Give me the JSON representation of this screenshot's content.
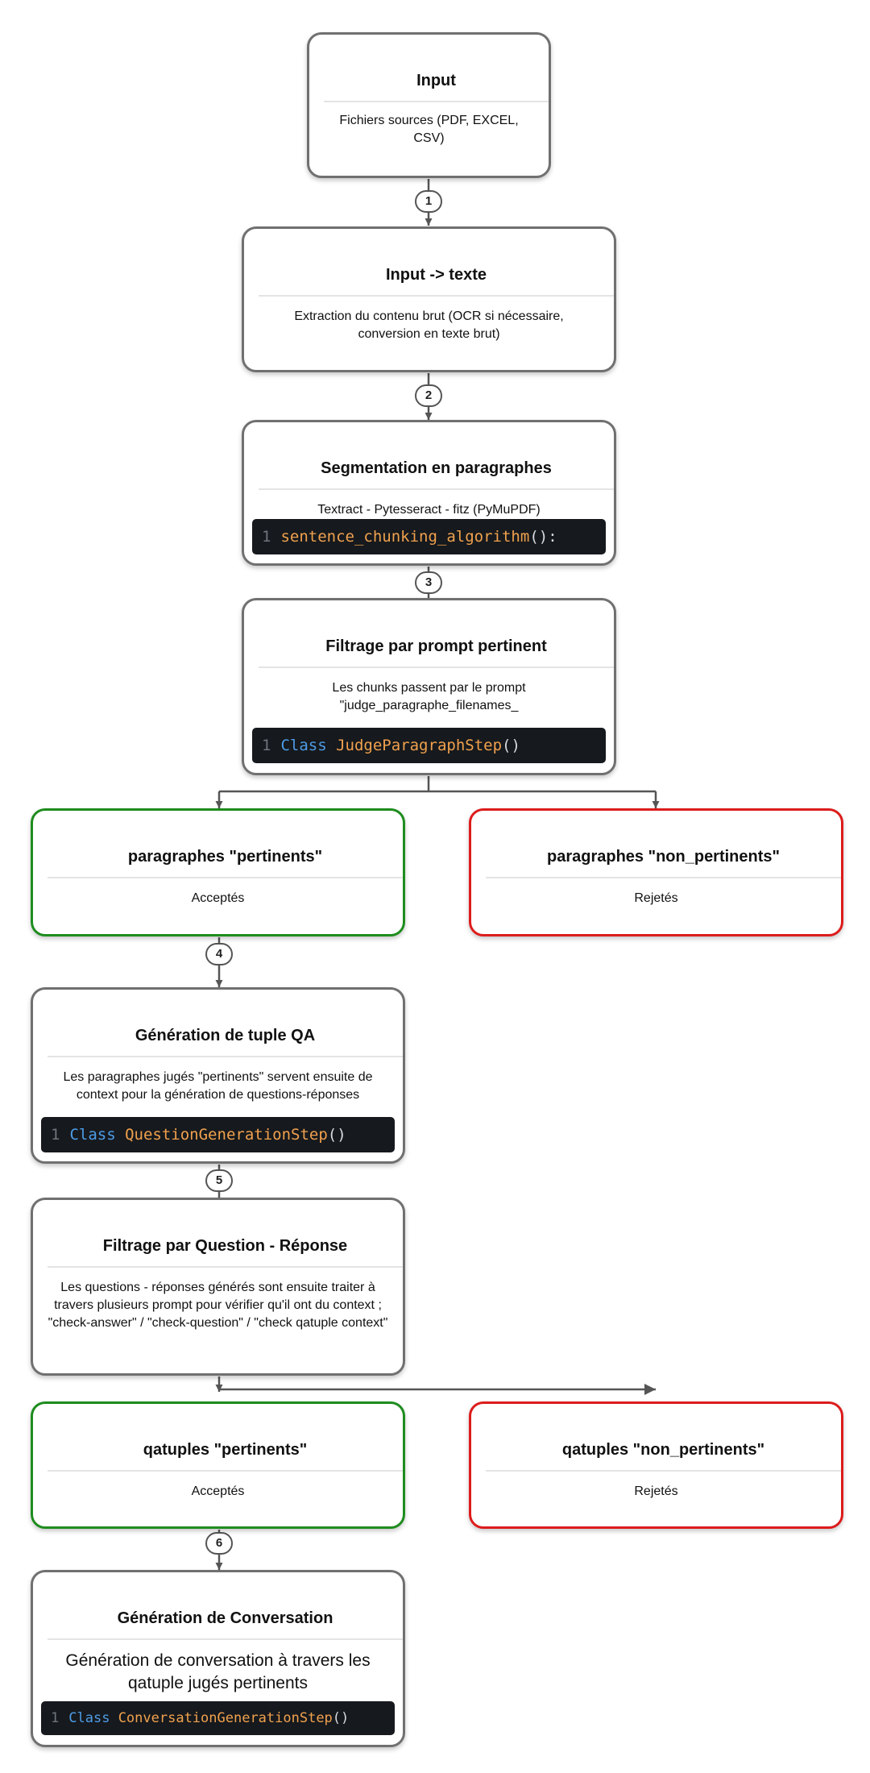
{
  "nodes": {
    "input": {
      "title": "Input",
      "desc": "Fichiers sources (PDF, EXCEL, CSV)"
    },
    "input_texte": {
      "title": "Input -> texte",
      "desc": "Extraction du contenu brut (OCR si nécessaire, conversion en texte brut)"
    },
    "segmentation": {
      "title": "Segmentation en paragraphes",
      "desc": "Textract - Pytesseract - fitz (PyMuPDF)",
      "code": {
        "line": "1",
        "fn": "sentence_chunking_algorithm",
        "rest": "():"
      }
    },
    "filtrage_prompt": {
      "title": "Filtrage par prompt pertinent",
      "desc": "Les chunks passent par le prompt \"judge_paragraphe_filenames_",
      "code": {
        "line": "1",
        "kw": "Class",
        "fn": "JudgeParagraphStep",
        "rest": "()"
      }
    },
    "para_pertinents": {
      "title": "paragraphes \"pertinents\"",
      "desc": "Acceptés"
    },
    "para_non_pertinents": {
      "title": "paragraphes \"non_pertinents\"",
      "desc": "Rejetés"
    },
    "generation_qa": {
      "title": "Génération de tuple QA",
      "desc": "Les paragraphes jugés \"pertinents\" servent ensuite de context pour la génération de questions-réponses",
      "code": {
        "line": "1",
        "kw": "Class",
        "fn": "QuestionGenerationStep",
        "rest": "()"
      }
    },
    "filtrage_qr": {
      "title": "Filtrage par Question - Réponse",
      "desc": "Les questions - réponses générés sont ensuite traiter à travers plusieurs prompt pour vérifier qu'il ont du context ; \"check-answer\" / \"check-question\" / \"check qatuple context\""
    },
    "qa_pertinents": {
      "title": "qatuples \"pertinents\"",
      "desc": "Acceptés"
    },
    "qa_non_pertinents": {
      "title": "qatuples \"non_pertinents\"",
      "desc": "Rejetés"
    },
    "generation_conv": {
      "title": "Génération de Conversation",
      "desc": "Génération de conversation à travers les qatuple jugés pertinents",
      "code": {
        "line": "1",
        "kw": "Class",
        "fn": "ConversationGenerationStep",
        "rest": "()"
      }
    }
  },
  "steps": [
    "1",
    "2",
    "3",
    "4",
    "5",
    "6"
  ],
  "colors": {
    "accepted_border": "#1e8c1e",
    "rejected_border": "#dd1c1c",
    "default_border": "#707070",
    "code_background": "#16191d",
    "code_keyword": "#4d9ce6",
    "code_function": "#f0a14e"
  }
}
